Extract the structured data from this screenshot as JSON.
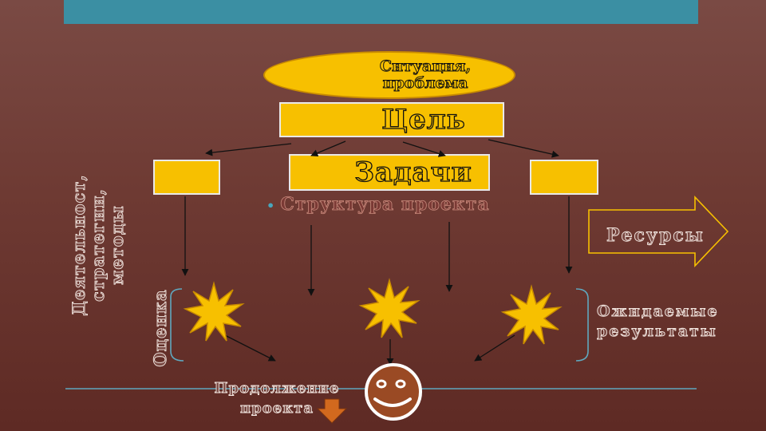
{
  "diagram": {
    "situation": "Ситуация,\nпроблема",
    "goal": "Цель",
    "tasks": "Задачи",
    "structure": "Структура проекта",
    "activity": "Деятельност,\nстратегии,\nметоды",
    "evaluation": "Оценка",
    "resources": "Ресурсы",
    "expected_results": "Ожидаемые\nрезультаты",
    "continuation": "Продолжение\nпроекта"
  },
  "colors": {
    "box_fill": "#f7c000",
    "header_band": "#3b8fa3",
    "background": "#6e3a33",
    "face": "#9a4a24",
    "down_arrow": "#d2691e"
  },
  "icons": [
    "starburst-icon",
    "smiley-icon",
    "down-arrow-icon",
    "right-arrow-icon"
  ]
}
